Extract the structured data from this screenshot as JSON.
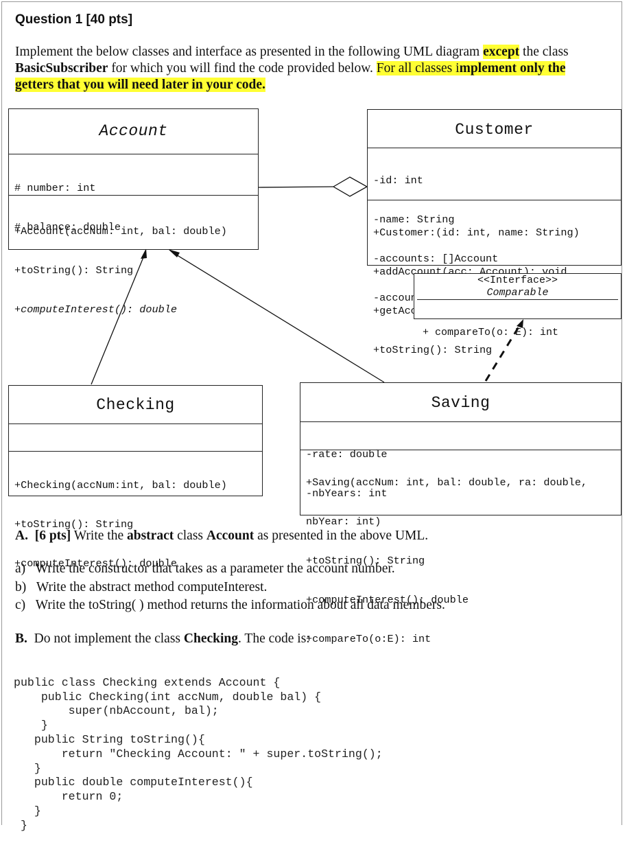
{
  "title": "Question 1 [40 pts]",
  "intro": {
    "p1": "Implement the below classes and interface as presented in the following UML diagram ",
    "except": "except",
    "p2": " the class ",
    "basic": "BasicSubscriber",
    "p3": " for which you will find the code provided below. ",
    "hl1": "For all classes i",
    "hl_bold": "mplement only the getters that you will need later in your code."
  },
  "uml": {
    "account": {
      "name": "Account",
      "attrs": [
        "# number: int",
        "# balance: double"
      ],
      "methods": [
        "+Account(accNum: int, bal: double)",
        "+toString(): String",
        "+computeInterest(): double"
      ]
    },
    "customer": {
      "name": "Customer",
      "attrs": [
        "-id: int",
        "-name: String",
        "-accounts: []Account",
        "-accountsCounter: int"
      ],
      "methods": [
        "+Customer:(id: int, name: String)",
        "+addAccount(acc: Account): void",
        "+getAccounts(): []Account",
        "+toString(): String"
      ]
    },
    "comparable": {
      "stereotype": "<<Interface>>",
      "name": "Comparable",
      "methods": [
        "+ compareTo(o: E): int"
      ]
    },
    "checking": {
      "name": "Checking",
      "methods": [
        "+Checking(accNum:int, bal: double)",
        "+toString(): String",
        "+computeInterest(): double"
      ]
    },
    "saving": {
      "name": "Saving",
      "attrs": [
        "-rate: double",
        "-nbYears: int"
      ],
      "methods": [
        "+Saving(accNum: int, bal: double, ra: double,",
        "nbYear: int)",
        "+toString(): String",
        "+computeInterest(): double",
        "+compareTo(o:E): int"
      ]
    }
  },
  "partA": {
    "label": "A.",
    "pts": "[6 pts]",
    "t1": " Write the ",
    "abstract": "abstract",
    "t2": " class ",
    "cls": "Account",
    "t3": " as presented in the above UML.",
    "items": [
      {
        "k": "a)",
        "t": "Write the constructor that takes as a parameter the account number."
      },
      {
        "k": "b)",
        "t": "Write the abstract method computeInterest."
      },
      {
        "k": "c)",
        "t": "Write the toString( ) method returns the information about all data members."
      }
    ]
  },
  "partB": {
    "label": "B.",
    "t1": "Do not implement the class ",
    "cls": "Checking",
    "t2": ". The code is:"
  },
  "code": [
    "public class Checking extends Account {",
    "    public Checking(int accNum, double bal) {",
    "        super(nbAccount, bal);",
    "    }",
    "   public String toString(){",
    "       return \"Checking Account: \" + super.toString();",
    "   }",
    "   public double computeInterest(){",
    "       return 0;",
    "   }",
    " }"
  ]
}
